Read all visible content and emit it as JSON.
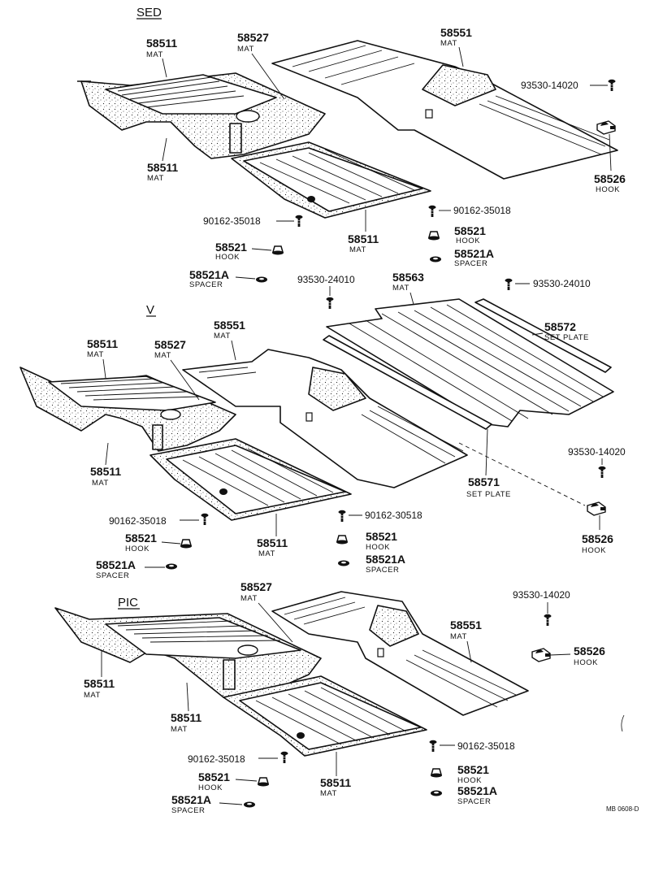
{
  "sections": {
    "sed": "SED",
    "v": "V",
    "pic": "PIC"
  },
  "words": {
    "mat": "MAT",
    "hook": "HOOK",
    "spacer": "SPACER",
    "set_plate": "SET PLATE"
  },
  "parts": {
    "p58511": "58511",
    "p58527": "58527",
    "p58551": "58551",
    "p58526": "58526",
    "p58521": "58521",
    "p58521a": "58521A",
    "p58563": "58563",
    "p58572": "58572",
    "p58571": "58571",
    "b9353014020": "93530-14020",
    "b9353024010": "93530-24010",
    "b9016235018": "90162-35018",
    "b9016230518": "90162-30518"
  },
  "reference": "MB 0608-D"
}
